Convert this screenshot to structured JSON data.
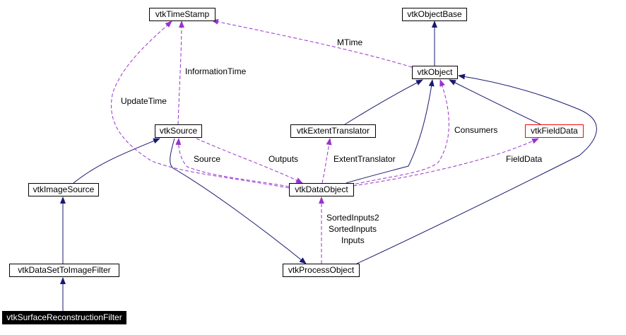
{
  "colors": {
    "inheritance": "#191970",
    "usage": "#9a32cd",
    "highlight_border": "#ff0000",
    "current_node_fill": "#000000"
  },
  "nodes": {
    "timestamp": "vtkTimeStamp",
    "objectbase": "vtkObjectBase",
    "object": "vtkObject",
    "source": "vtkSource",
    "extenttranslator": "vtkExtentTranslator",
    "fielddata": "vtkFieldData",
    "imagesource": "vtkImageSource",
    "dataobject": "vtkDataObject",
    "datasettoimagefilter": "vtkDataSetToImageFilter",
    "processobject": "vtkProcessObject",
    "surfacereconstructionfilter": "vtkSurfaceReconstructionFilter"
  },
  "edge_labels": {
    "mtime": "MTime",
    "informationtime": "InformationTime",
    "updatetime": "UpdateTime",
    "consumers": "Consumers",
    "source": "Source",
    "outputs": "Outputs",
    "extenttranslator": "ExtentTranslator",
    "fielddata": "FieldData",
    "sortedinputs2": "SortedInputs2",
    "sortedinputs": "SortedInputs",
    "inputs": "Inputs"
  }
}
